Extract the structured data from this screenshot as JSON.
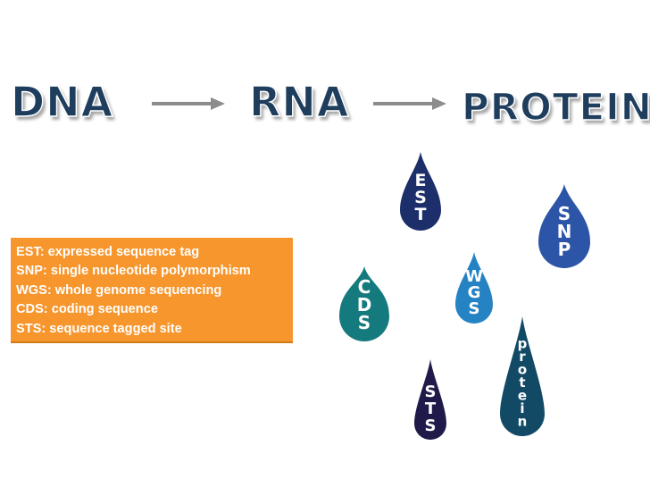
{
  "flow": {
    "dna": "DNA",
    "rna": "RNA",
    "protein": "PROTEIN"
  },
  "legend": [
    "EST: expressed sequence tag",
    "SNP: single nucleotide polymorphism",
    "WGS: whole genome sequencing",
    "CDS: coding sequence",
    "STS: sequence tagged site"
  ],
  "drops": {
    "est": {
      "letters": [
        "E",
        "S",
        "T"
      ],
      "color": "#1c2f6b"
    },
    "snp": {
      "letters": [
        "S",
        "N",
        "P"
      ],
      "color": "#2c55a8"
    },
    "wgs": {
      "letters": [
        "W",
        "G",
        "S"
      ],
      "color": "#2583c4"
    },
    "cds": {
      "letters": [
        "C",
        "D",
        "S"
      ],
      "color": "#157a7d"
    },
    "sts": {
      "letters": [
        "S",
        "T",
        "S"
      ],
      "color": "#1f1a4a"
    },
    "protein": {
      "letters": [
        "p",
        "r",
        "o",
        "t",
        "e",
        "i",
        "n"
      ],
      "color": "#124a66"
    }
  },
  "colors": {
    "headword": "#1f3e5e",
    "arrow": "#8c8c8c",
    "legend_bg": "#f7962d"
  }
}
